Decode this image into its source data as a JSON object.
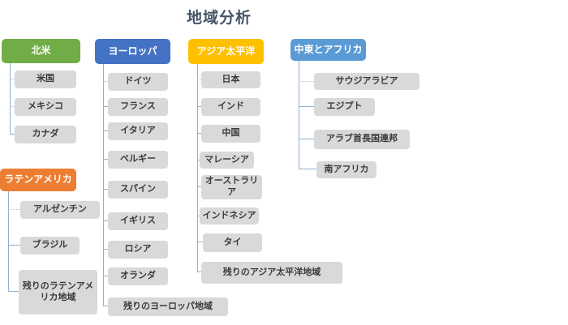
{
  "title": "地域分析",
  "colors": {
    "north_america": "#70AD47",
    "latin_america": "#ED7D31",
    "europe": "#4472C4",
    "asia_pacific": "#FFC000",
    "middle_east_africa": "#5B9BD5",
    "child_bg": "#D9D9D9",
    "connector": "#8FAFD4",
    "connector_dashed": "#BFBFBF",
    "title_color": "#44546A"
  },
  "groups": [
    {
      "label": "北米",
      "children": [
        "米国",
        "メキシコ",
        "カナダ"
      ]
    },
    {
      "label": "ラテンアメリカ",
      "children": [
        "アルゼンチン",
        "ブラジル",
        "残りのラテンアメリカ地域"
      ]
    },
    {
      "label": "ヨーロッパ",
      "children": [
        "ドイツ",
        "フランス",
        "イタリア",
        "ベルギー",
        "スパイン",
        "イギリス",
        "ロシア",
        "オランダ",
        "残りのヨーロッパ地域"
      ]
    },
    {
      "label": "アジア太平洋",
      "children": [
        "日本",
        "インド",
        "中国",
        "マレーシア",
        "オーストラリア",
        "インドネシア",
        "タイ",
        "残りのアジア太平洋地域"
      ]
    },
    {
      "label": "中東とアフリカ",
      "children": [
        "サウジアラビア",
        "エジプト",
        "アラブ首長国連邦",
        "南アフリカ"
      ]
    }
  ]
}
